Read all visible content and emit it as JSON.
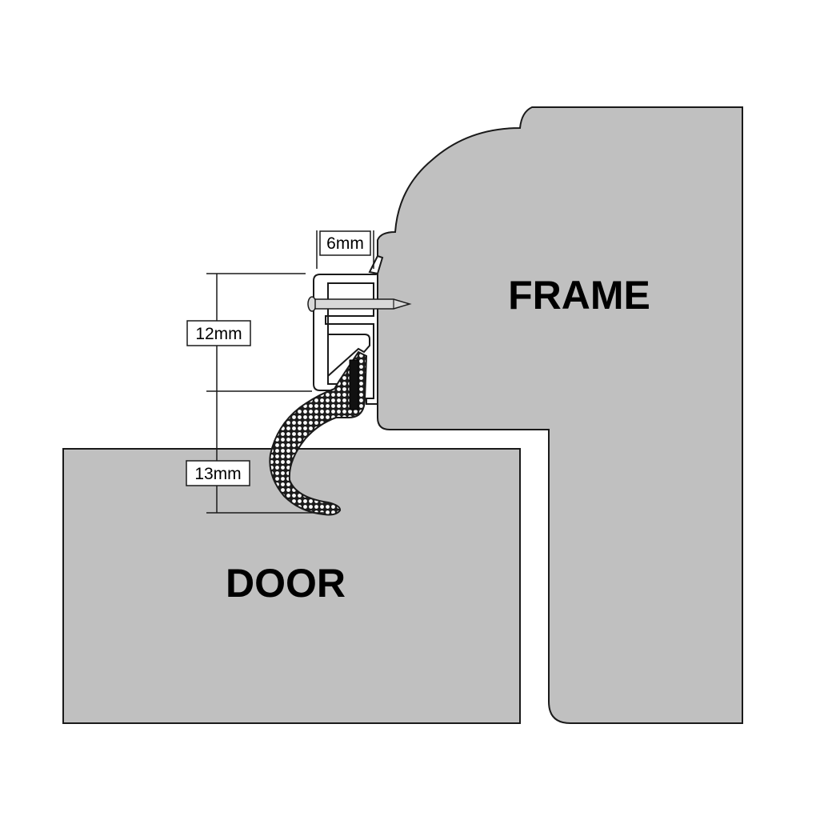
{
  "labels": {
    "frame": "FRAME",
    "door": "DOOR"
  },
  "dimensions": {
    "width_top": "6mm",
    "height_upper": "12mm",
    "height_lower": "13mm"
  },
  "colors": {
    "body_fill": "#c0c0c0",
    "outline": "#1a1a1a",
    "seal_fill": "#ffffff",
    "seal_dots": "#222222",
    "nail": "#d8d8d8",
    "background": "#ffffff"
  }
}
